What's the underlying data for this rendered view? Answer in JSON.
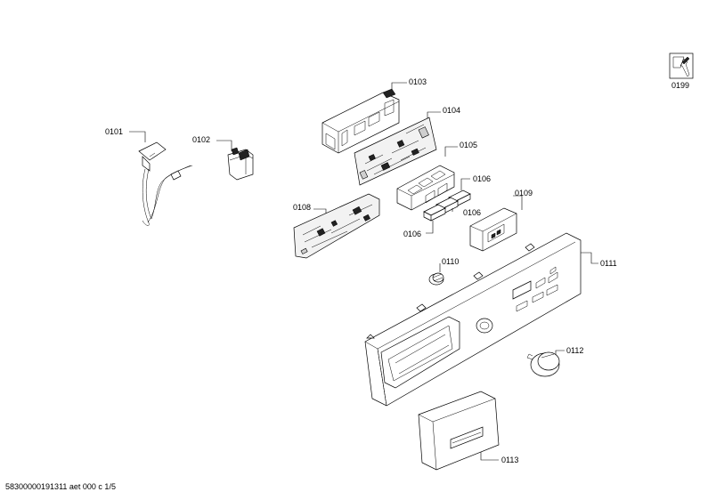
{
  "labels": {
    "p0101": "0101",
    "p0102": "0102",
    "p0103": "0103",
    "p0104": "0104",
    "p0105": "0105",
    "p0106a": "0106",
    "p0106b": "0106",
    "p0106c": "0106",
    "p0108": "0108",
    "p0109": "0109",
    "p0110": "0110",
    "p0111": "0111",
    "p0112": "0112",
    "p0113": "0113",
    "p0199": "0199"
  },
  "footer": "58300000191311 aet 000 c 1/5",
  "icons": {
    "service": "service-wrench-icon"
  }
}
